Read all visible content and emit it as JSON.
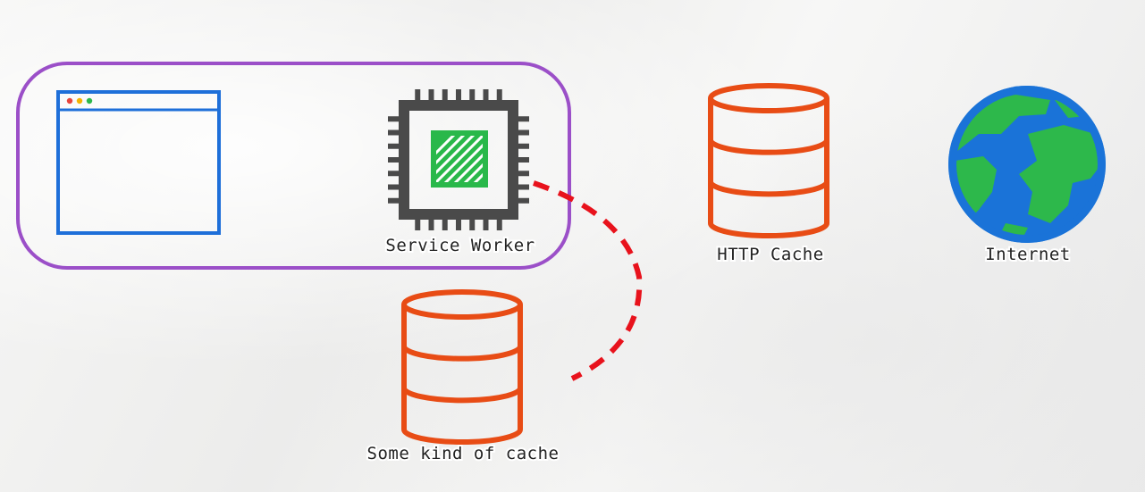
{
  "colors": {
    "boundary": "#9b4fc8",
    "browser": "#1e6fd9",
    "browser_dots": [
      "#e8453c",
      "#f4b400",
      "#2db84b"
    ],
    "chip": "#4a4a4a",
    "chip_core": "#29b84a",
    "database": "#e84c15",
    "connector": "#e8121c",
    "globe_ocean": "#1a73d8",
    "globe_land": "#2db84b"
  },
  "icons": {
    "browser": "browser-window-icon",
    "service_worker": "cpu-chip-icon",
    "cache": "database-icon",
    "http_cache": "database-icon",
    "internet": "globe-icon"
  },
  "nodes": {
    "service_worker": {
      "label": "Service Worker"
    },
    "http_cache": {
      "label": "HTTP Cache"
    },
    "internet": {
      "label": "Internet"
    },
    "cache": {
      "label": "Some kind of cache"
    }
  }
}
